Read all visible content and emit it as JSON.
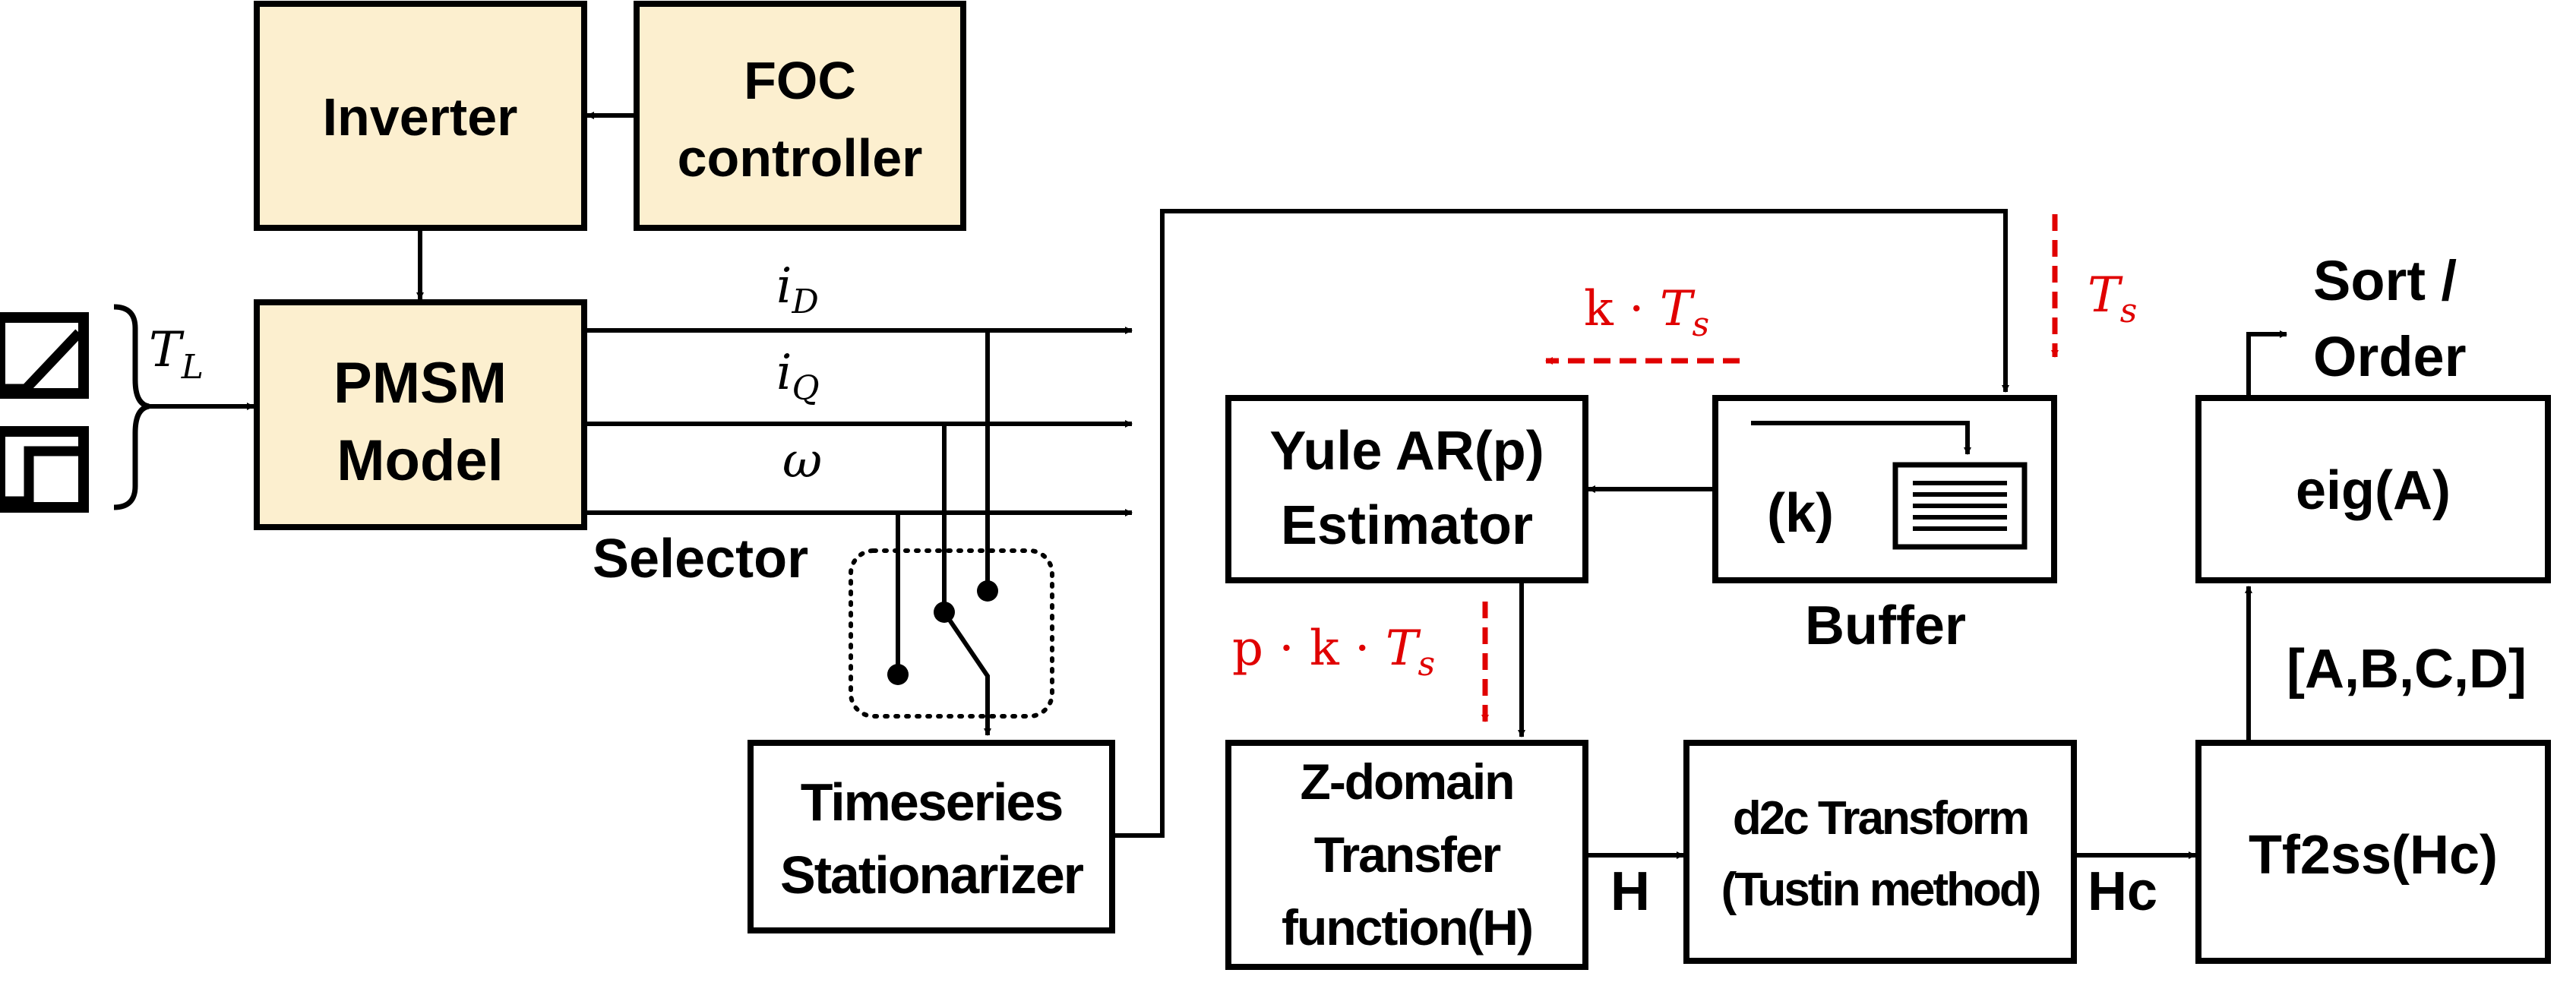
{
  "colors": {
    "block_fill": "#fcefcf",
    "plain_fill": "#ffffff",
    "line": "#000000",
    "timing": "#e00000"
  },
  "blocks": {
    "inverter": "Inverter",
    "foc": [
      "FOC",
      "controller"
    ],
    "pmsm": [
      "PMSM",
      "Model"
    ],
    "yule": [
      "Yule AR(p)",
      "Estimator"
    ],
    "buffer_inner": "(k)",
    "buffer_caption": "Buffer",
    "eig": "eig(A)",
    "stationarizer": [
      "Timeseries",
      "Stationarizer"
    ],
    "zdomain": [
      "Z-domain",
      "Transfer",
      "function(H)"
    ],
    "d2c": [
      "d2c Transform",
      "(Tustin method)"
    ],
    "tf2ss": "Tf2ss(Hc)"
  },
  "labels": {
    "load_torque": "T",
    "load_torque_sub": "L",
    "signal_id": "i",
    "signal_id_sub": "D",
    "signal_iq": "i",
    "signal_iq_sub": "Q",
    "signal_omega": "ω",
    "selector": "Selector",
    "sort_order": [
      "Sort /",
      "Order"
    ],
    "abcd": "[A,B,C,D]",
    "h": "H",
    "hc": "Hc"
  },
  "timing": {
    "kts_text": "k · ",
    "kts_sym": "T",
    "kts_sub": "s",
    "ts_sym": "T",
    "ts_sub": "s",
    "pkts_text": "p · k · ",
    "pkts_sym": "T",
    "pkts_sub": "s"
  },
  "icons": [
    "ramp-input-icon",
    "step-input-icon",
    "brace-icon",
    "buffer-stack-icon",
    "switch-icon"
  ]
}
